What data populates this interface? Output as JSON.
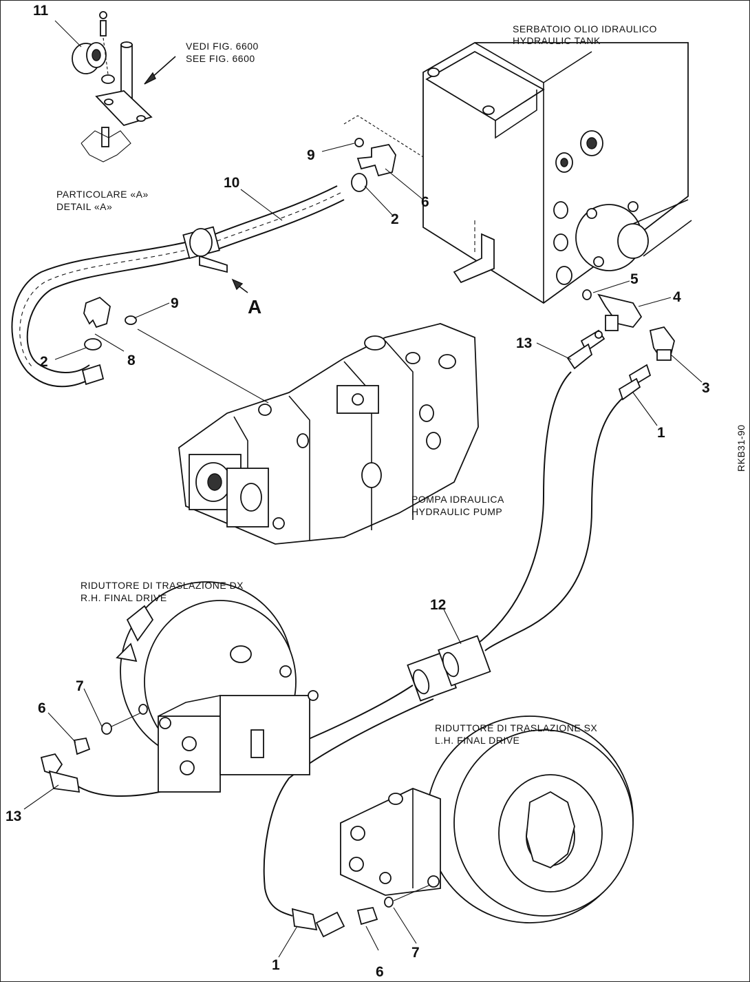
{
  "labels": {
    "tank_it": "SERBATOIO OLIO IDRAULICO",
    "tank_en": "HYDRAULIC TANK",
    "see_it": "VEDI FIG. 6600",
    "see_en": "SEE FIG. 6600",
    "detail_it": "PARTICOLARE «A»",
    "detail_en": "DETAIL «A»",
    "pump_it": "POMPA IDRAULICA",
    "pump_en": "HYDRAULIC PUMP",
    "rh_it": "RIDUTTORE DI TRASLAZIONE DX",
    "rh_en": "R.H. FINAL DRIVE",
    "lh_it": "RIDUTTORE DI TRASLAZIONE SX",
    "lh_en": "L.H. FINAL DRIVE",
    "detail_marker": "A",
    "drawing_code": "RKB31-90"
  },
  "callouts": {
    "c11": "11",
    "c9a": "9",
    "c10": "10",
    "c6a": "6",
    "c2a": "2",
    "c9b": "9",
    "c2b": "2",
    "c8": "8",
    "c5": "5",
    "c4": "4",
    "c13a": "13",
    "c3": "3",
    "c1a": "1",
    "c12": "12",
    "c7a": "7",
    "c6b": "6",
    "c13b": "13",
    "c1b": "1",
    "c6c": "6",
    "c7b": "7"
  }
}
